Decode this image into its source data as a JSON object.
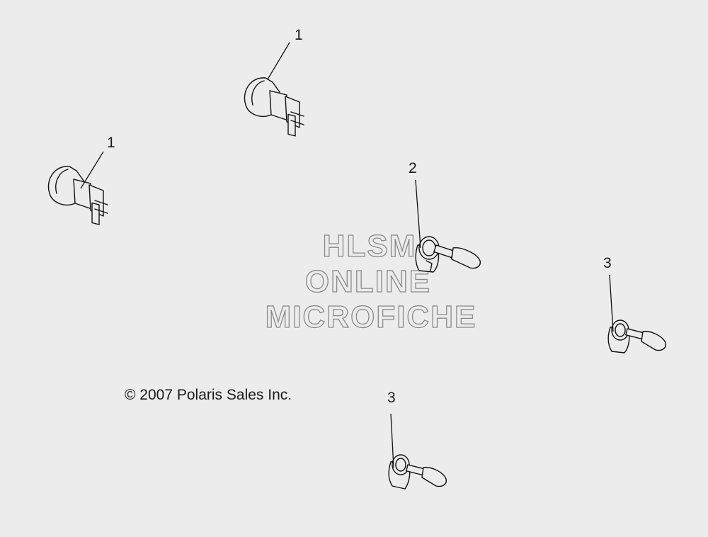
{
  "callouts": [
    {
      "label": "1"
    },
    {
      "label": "1"
    },
    {
      "label": "2"
    },
    {
      "label": "3"
    },
    {
      "label": "3"
    }
  ],
  "copyright": "© 2007 Polaris Sales Inc.",
  "watermark": {
    "line1": "HLSM",
    "line2": "ONLINE",
    "line3": "MICROFICHE"
  },
  "parts": [
    {
      "id": "1",
      "icon": "wedge-bulb-icon"
    },
    {
      "id": "1",
      "icon": "wedge-bulb-icon"
    },
    {
      "id": "2",
      "icon": "halogen-bulb-icon"
    },
    {
      "id": "3",
      "icon": "halogen-bulb-icon"
    },
    {
      "id": "3",
      "icon": "halogen-bulb-icon"
    }
  ]
}
